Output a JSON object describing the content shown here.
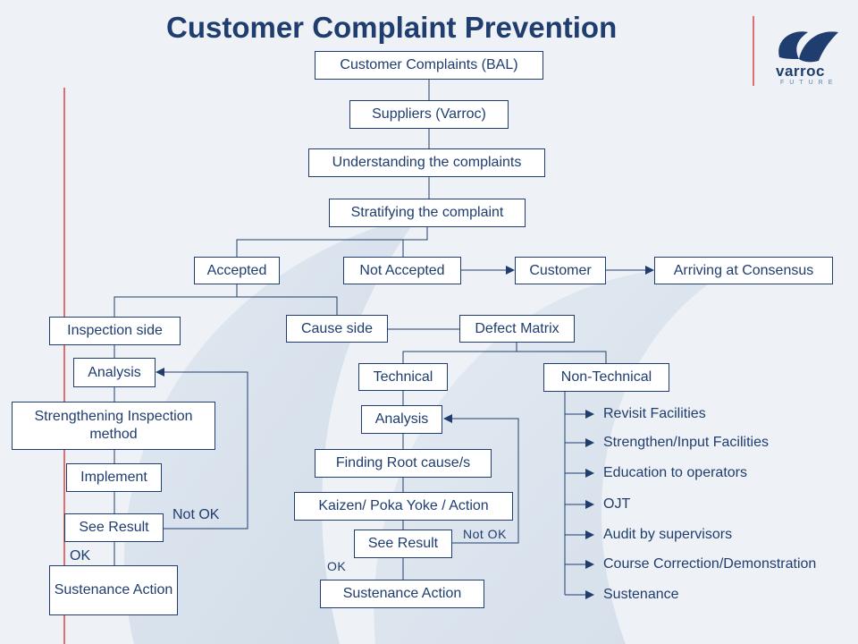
{
  "title": "Customer Complaint Prevention",
  "logo": {
    "name": "varroc",
    "tagline": "FUTURE"
  },
  "colors": {
    "primary": "#1f3d6e",
    "accent_line": "#e07070",
    "background": "#e9eef4"
  },
  "flow": {
    "customer_complaints": "Customer Complaints (BAL)",
    "suppliers": "Suppliers (Varroc)",
    "understanding": "Understanding the complaints",
    "stratifying": "Stratifying the complaint",
    "accepted": "Accepted",
    "not_accepted": "Not Accepted",
    "customer": "Customer",
    "consensus": "Arriving at Consensus",
    "inspection_side": "Inspection side",
    "cause_side": "Cause side",
    "defect_matrix": "Defect Matrix"
  },
  "inspection": {
    "analysis": "Analysis",
    "strengthening": "Strengthening Inspection method",
    "implement": "Implement",
    "see_result": "See Result",
    "not_ok": "Not OK",
    "ok": "OK",
    "sustenance": "Sustenance Action"
  },
  "technical": {
    "title": "Technical",
    "analysis": "Analysis",
    "root_cause": "Finding Root cause/s",
    "kaizen": "Kaizen/ Poka Yoke / Action",
    "see_result": "See Result",
    "not_ok": "Not OK",
    "ok": "OK",
    "sustenance": "Sustenance Action"
  },
  "non_technical": {
    "title": "Non-Technical",
    "items": [
      "Revisit Facilities",
      "Strengthen/Input Facilities",
      "Education to operators",
      "OJT",
      "Audit by supervisors",
      "Course Correction/Demonstration",
      "Sustenance"
    ]
  }
}
